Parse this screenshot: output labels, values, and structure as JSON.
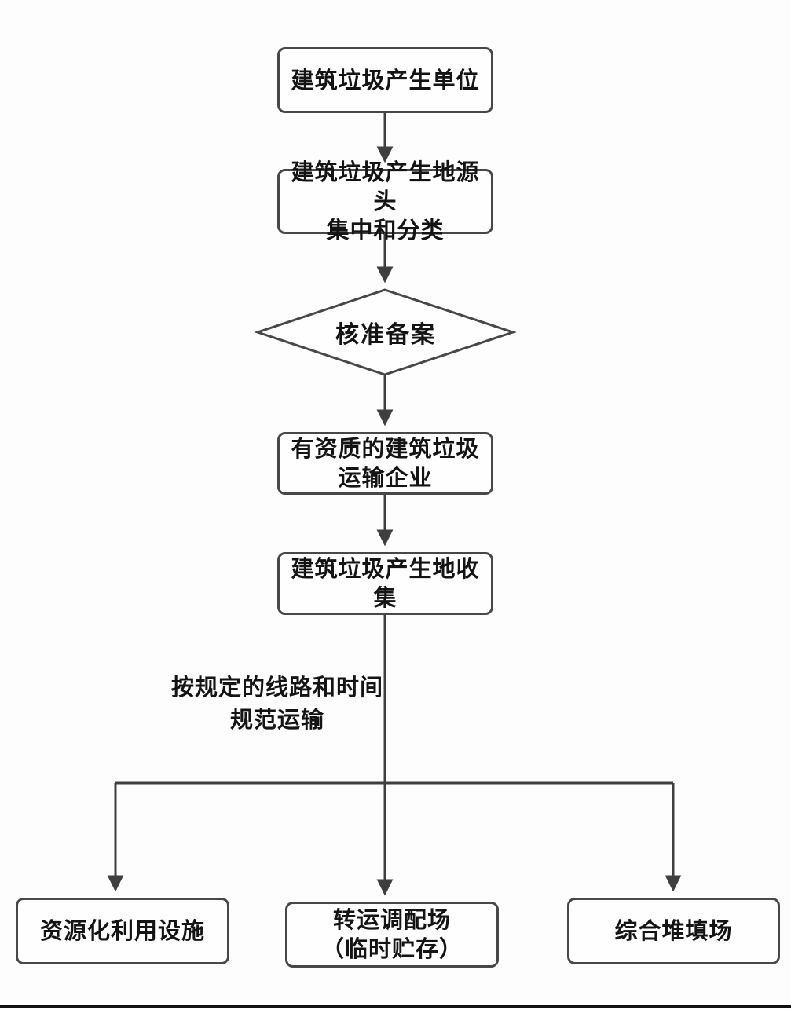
{
  "diagram": {
    "title_semantic": "construction-waste-flow",
    "colors": {
      "background": "#fdfdfd",
      "connector": "#3f3f3f",
      "node_border": "#484848",
      "node_fill": "#fefefe",
      "text": "#141414",
      "bottom_rule": "#111111"
    },
    "nodes": {
      "producer": {
        "label": "建筑垃圾产生单位"
      },
      "source": {
        "line1": "建筑垃圾产生地源头",
        "line2": "集中和分类"
      },
      "approval": {
        "label": "核准备案"
      },
      "transport": {
        "line1": "有资质的建筑垃圾",
        "line2": "运输企业"
      },
      "collect": {
        "label": "建筑垃圾产生地收集"
      },
      "resource": {
        "label": "资源化利用设施"
      },
      "transfer": {
        "line1": "转运调配场",
        "line2": "（临时贮存）"
      },
      "landfill": {
        "label": "综合堆填场"
      }
    },
    "edge_label": {
      "line1": "按规定的线路和时间",
      "line2": "规范运输"
    }
  }
}
